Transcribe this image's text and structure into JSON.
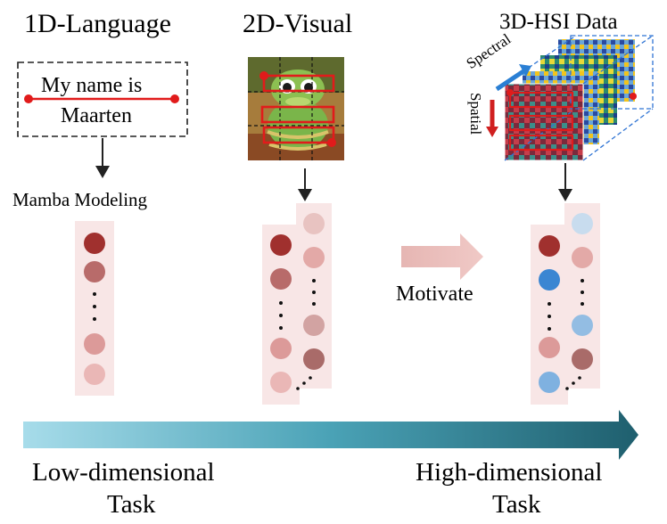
{
  "titles": {
    "language": "1D-Language",
    "visual": "2D-Visual",
    "hsi": "3D-HSI Data"
  },
  "language_box": {
    "line1": "My name is",
    "line2": "Maarten"
  },
  "mamba_label": "Mamba Modeling",
  "hsi_axes": {
    "spectral": "Spectral",
    "spatial": "Spatial"
  },
  "motivate_label": "Motivate",
  "bottom_axis": {
    "low_line1": "Low-dimensional",
    "low_line2": "Task",
    "high_line1": "High-dimensional",
    "high_line2": "Task"
  },
  "ellipsis": "·",
  "colors": {
    "dark_red": "#a0302e",
    "mid_red": "#b86b6a",
    "light_red": "#dc9a99",
    "pale_red": "#eab7b6",
    "blue": "#3b86d2",
    "light_blue": "#bfd6ec",
    "panel": "#f8e6e6",
    "red_accent": "#e11b1b",
    "arrow_teal": "#1f5f6e"
  }
}
